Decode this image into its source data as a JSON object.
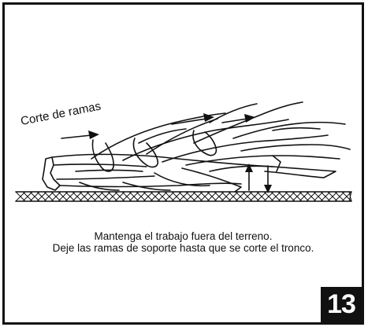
{
  "illustration": {
    "callout_label": "Corte de ramas",
    "caption_lines": [
      "Mantenga el trabajo fuera del terreno.",
      "Deje las ramas de soporte hasta que se corte el tronco."
    ],
    "page_number": "13"
  },
  "colors": {
    "ink": "#111111",
    "background": "#ffffff"
  },
  "icons": [
    "felled-tree-icon",
    "cut-arrow-icon",
    "support-arrow-icon",
    "ground-hatch-icon"
  ]
}
